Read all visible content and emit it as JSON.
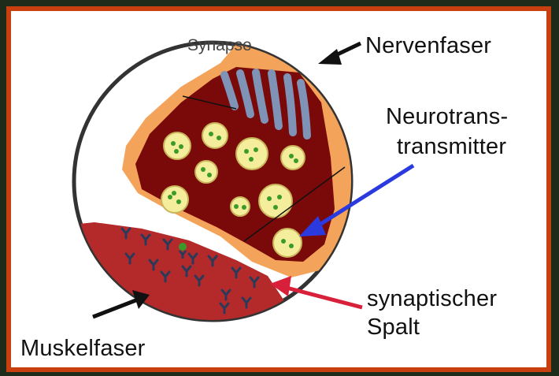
{
  "labels": {
    "synapse": "Synapse",
    "nerve_fiber": "Nervenfaser",
    "neurotransmitter_line1": "Neurotrans-",
    "neurotransmitter_line2": "transmitter",
    "synaptic_cleft_line1": "synaptischer",
    "synaptic_cleft_line2": "Spalt",
    "muscle_fiber": "Muskelfaser"
  },
  "colors": {
    "frame_border": "#c8400f",
    "nerve_terminal": "#f4a45a",
    "terminal_inner": "#7a0a0a",
    "vesicle": "#f3ed9c",
    "vesicle_dot": "#3a9a2a",
    "muscle": "#b42a2a",
    "receptor": "#2a3a5a",
    "arrow_black": "#111111",
    "arrow_blue": "#2a3adf",
    "arrow_red": "#d8203a",
    "microtubule": "#7f93b6"
  }
}
